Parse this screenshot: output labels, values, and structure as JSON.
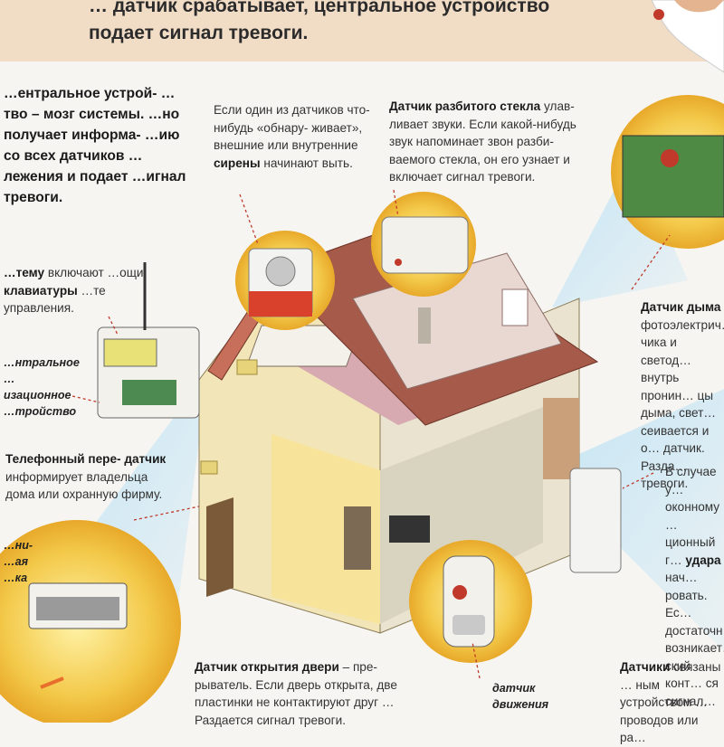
{
  "headline": "… датчик срабатывает, центральное устройство подает сигнал тревоги.",
  "blocks": {
    "central_device": "…ентральное устрой- …тво – мозг системы. …но получает информа- …ию со всех датчиков …лежения и подает …игнал тревоги.",
    "sirens": {
      "a": "Если один из датчиков что-нибудь «обнару- живает», внешние или внутренние ",
      "b": "сирены",
      "c": " начинают выть."
    },
    "glass": {
      "a": "Датчик разбитого стекла",
      "b": " улав- ливает звуки. Если какой-нибудь звук напоминает звон разби- ваемого стекла, он его узнает и включает сигнал тревоги."
    },
    "smoke": {
      "a": "Датчик дыма",
      "b": " фотоэлектрич… чика и светод… внутрь пронин… цы дыма, свет… сеивается и о… датчик. Разда… тревоги."
    },
    "keypad": {
      "a": "…тему",
      "b": " включают …ощи ",
      "c": "клавиатуры",
      "d": " …те управления."
    },
    "central_label": "…нтральное …изационное …тройство",
    "phone": {
      "a": "Телефонный пере- датчик",
      "b": " информирует владельца дома или охранную фирму."
    },
    "left_label": "…ни- …ая …ка",
    "right_shock": {
      "a": "В случае у… оконному … ционный г… ",
      "b": "удара",
      "c": " нач… ровать. Ес… достаточн… возникает… ский конт… ся сигнал…"
    },
    "door": {
      "a": "Датчик открытия двери",
      "b": " – пре- рыватель. Если дверь открыта, две пластинки не контактируют друг … Раздается сигнал тревоги."
    },
    "motion_label": "датчик движения",
    "sensors_bottom": {
      "a": "Датчики",
      "b": " связаны … ным устройством … проводов или ра…"
    }
  },
  "colors": {
    "accent_red": "#c0392b",
    "band": "#f1dcc6",
    "roof": "#a65a4a",
    "wall": "#f2e6b8",
    "glow": "#f3c94a"
  }
}
